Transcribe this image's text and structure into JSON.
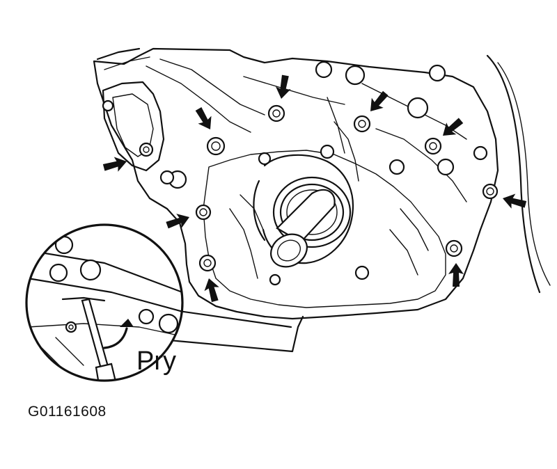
{
  "labels": {
    "pry": "Pry",
    "figure_id": "G01161608"
  },
  "icons": {
    "bolt_arrow": "arrow-icon",
    "pry_arrow": "curved-arrow-icon",
    "magnifier": "detail-circle"
  },
  "colors": {
    "line": "#111111",
    "background": "#ffffff"
  }
}
